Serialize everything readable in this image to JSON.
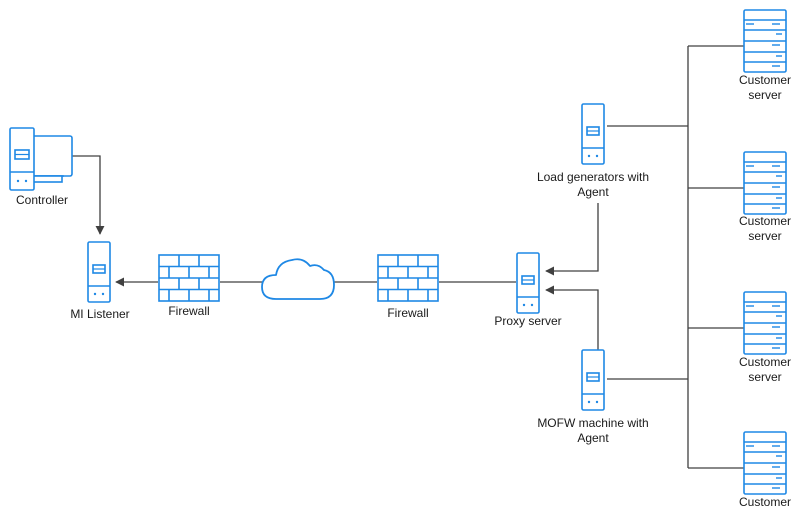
{
  "nodes": {
    "controller": {
      "label": "Controller"
    },
    "mi_listener": {
      "label": "MI Listener"
    },
    "firewall_left": {
      "label": "Firewall"
    },
    "firewall_right": {
      "label": "Firewall"
    },
    "proxy": {
      "label": "Proxy server"
    },
    "load_gen": {
      "label_line1": "Load generators with",
      "label_line2": "Agent"
    },
    "mofw": {
      "label_line1": "MOFW machine with",
      "label_line2": "Agent"
    },
    "customer_1": {
      "label_line1": "Customer",
      "label_line2": "server"
    },
    "customer_2": {
      "label_line1": "Customer",
      "label_line2": "server"
    },
    "customer_3": {
      "label_line1": "Customer",
      "label_line2": "server"
    },
    "customer_4": {
      "label_line1": "Customer",
      "label_line2": ""
    }
  },
  "colors": {
    "icon": "#1e88e5",
    "connector": "#404040",
    "text": "#1a1a1a"
  },
  "icons": [
    "desktop-computer-icon",
    "server-icon",
    "firewall-icon",
    "cloud-icon",
    "server-rack-icon"
  ]
}
